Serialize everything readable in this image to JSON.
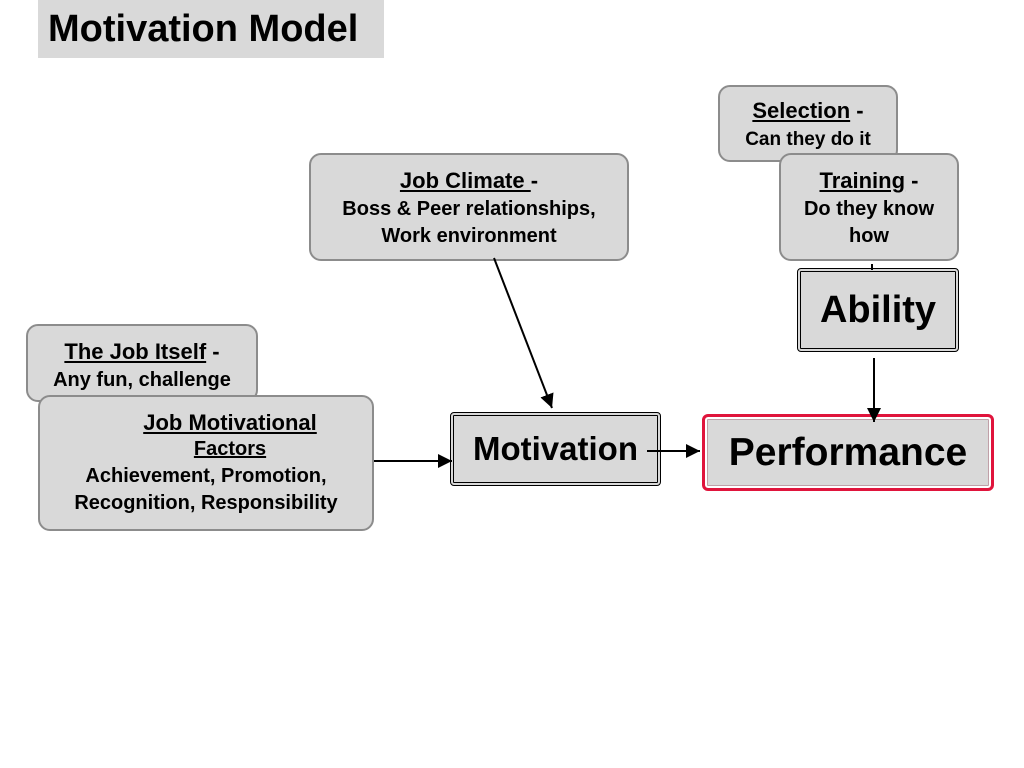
{
  "title": "Motivation Model",
  "boxes": {
    "selection": {
      "heading": "Selection",
      "dash": " -",
      "text": "Can they do it"
    },
    "training": {
      "heading": "Training",
      "dash": " -",
      "line1": "Do they know",
      "line2": "how"
    },
    "job_climate": {
      "heading": "Job Climate ",
      "dash": "-",
      "line1": "Boss & Peer relationships,",
      "line2": "Work environment"
    },
    "job_itself": {
      "heading": "The Job Itself",
      "dash": " -",
      "text": "Any fun, challenge"
    },
    "job_motivational": {
      "heading": "Job Motivational",
      "subheading": "Factors",
      "line1": "Achievement, Promotion,",
      "line2": "Recognition, Responsibility"
    }
  },
  "nodes": {
    "ability": "Ability",
    "motivation": "Motivation",
    "performance": "Performance"
  },
  "colors": {
    "box_fill": "#d9d9d9",
    "box_border": "#8c8c8c",
    "performance_border": "#e0143c"
  }
}
